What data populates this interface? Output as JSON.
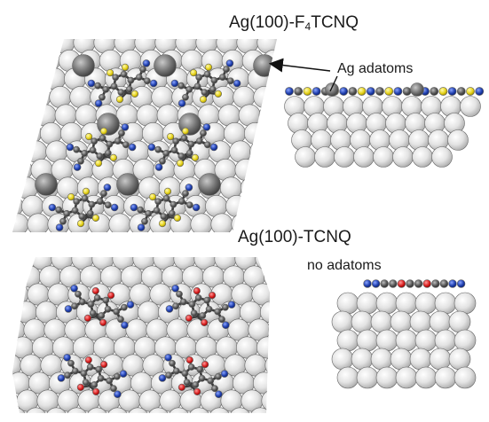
{
  "labels": {
    "f4tcnq_title_prefix": "Ag(100)-F",
    "f4tcnq_title_subscript": "4",
    "f4tcnq_title_suffix": "TCNQ",
    "adatoms_annotation": "Ag adatoms",
    "tcnq_title": "Ag(100)-TCNQ",
    "no_adatoms_annotation": "no adatoms"
  },
  "colors": {
    "silver_atom": "#d9d9d9",
    "silver_outline": "#6e6e6e",
    "ag_adatom": "#6f6f6f",
    "carbon": "#555555",
    "nitrogen": "#1f3fae",
    "fluorine": "#e6d21a",
    "oxygen_like_red": "#d81e1e",
    "hydrogen": "#f2f2f2",
    "text": "#1a1a1a"
  },
  "panels": [
    {
      "name": "F4TCNQ on Ag(100) top view",
      "adatoms": true,
      "substituent": "fluorine"
    },
    {
      "name": "F4TCNQ on Ag(100) side view",
      "adatoms": true
    },
    {
      "name": "TCNQ on Ag(100) top view",
      "adatoms": false,
      "substituent": "red"
    },
    {
      "name": "TCNQ on Ag(100) side view",
      "adatoms": false
    }
  ]
}
